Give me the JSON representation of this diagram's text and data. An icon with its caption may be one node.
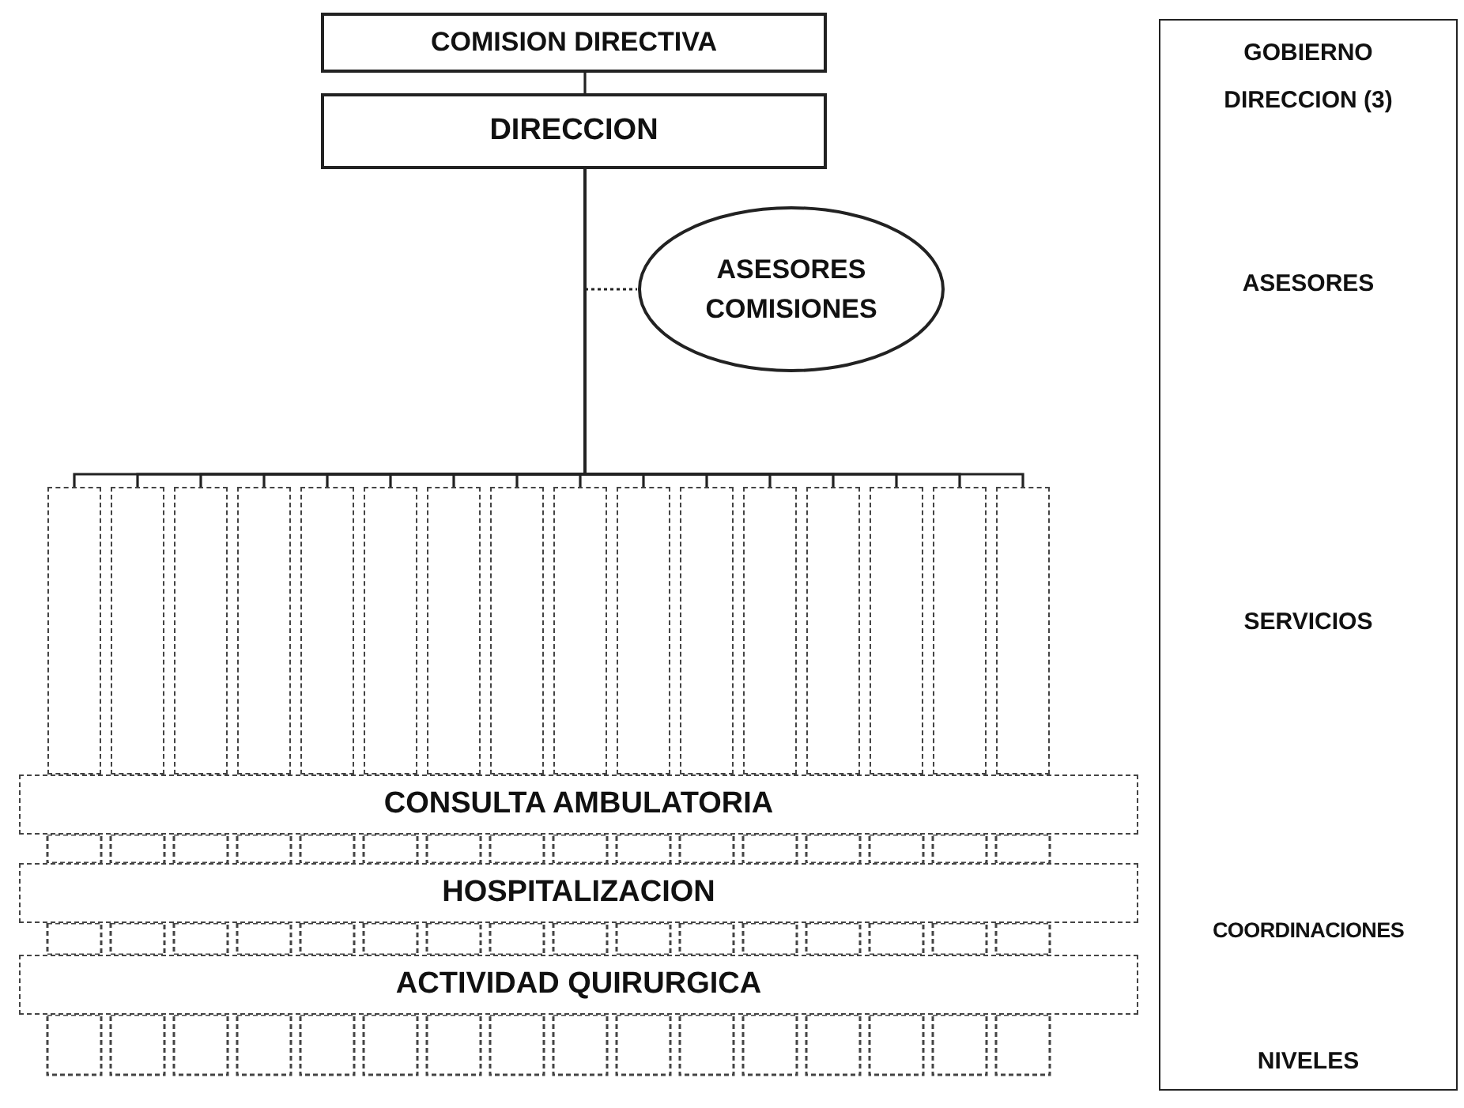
{
  "diagram": {
    "nodes": [
      {
        "text": [
          "COMISION DIRECTIVA"
        ]
      },
      {
        "text": [
          "DIRECCION"
        ]
      },
      {
        "text": [
          "ASESORES COMISIONES"
        ]
      },
      {
        "text": [],
        "shape": "box"
      },
      {
        "text": [],
        "shape": "box"
      },
      {
        "text": [],
        "shape": "box"
      },
      {
        "text": [],
        "shape": "box"
      },
      {
        "text": [],
        "shape": "box"
      },
      {
        "text": [],
        "shape": "box"
      },
      {
        "text": [],
        "shape": "box"
      },
      {
        "text": [],
        "shape": "box"
      },
      {
        "text": [],
        "shape": "box"
      },
      {
        "text": [],
        "shape": "box"
      },
      {
        "text": [],
        "shape": "box"
      },
      {
        "text": [],
        "shape": "box"
      },
      {
        "text": [],
        "shape": "box"
      },
      {
        "text": [],
        "shape": "box"
      },
      {
        "text": [],
        "shape": "box"
      },
      {
        "text": [],
        "shape": "box"
      },
      {
        "text": [
          "CONSULTA AMBULATORIA"
        ]
      },
      {
        "text": [
          "HOSPITALIZACION"
        ]
      },
      {
        "text": [
          "ACTIVIDAD QUIRURGICA"
        ]
      },
      {
        "text": [
          "GOBIERNO",
          "DIRECCION (3)",
          "ASESORES",
          "SERVICIOS",
          "COORDINACIONES",
          "NIVELES"
        ]
      }
    ],
    "edges": [
      {
        "from": 0,
        "to": 1,
        "arrow": "none"
      },
      {
        "from": 1,
        "to": 2,
        "arrow": "none",
        "style": "dashed"
      },
      {
        "from": 1,
        "to": 3,
        "arrow": "none"
      },
      {
        "from": 1,
        "to": 4,
        "arrow": "none"
      },
      {
        "from": 1,
        "to": 5,
        "arrow": "none"
      },
      {
        "from": 1,
        "to": 6,
        "arrow": "none"
      },
      {
        "from": 1,
        "to": 7,
        "arrow": "none"
      },
      {
        "from": 1,
        "to": 8,
        "arrow": "none"
      },
      {
        "from": 1,
        "to": 9,
        "arrow": "none"
      },
      {
        "from": 1,
        "to": 10,
        "arrow": "none"
      },
      {
        "from": 1,
        "to": 11,
        "arrow": "none"
      },
      {
        "from": 1,
        "to": 12,
        "arrow": "none"
      },
      {
        "from": 1,
        "to": 13,
        "arrow": "none"
      },
      {
        "from": 1,
        "to": 14,
        "arrow": "none"
      },
      {
        "from": 1,
        "to": 15,
        "arrow": "none"
      },
      {
        "from": 1,
        "to": 16,
        "arrow": "none"
      },
      {
        "from": 1,
        "to": 17,
        "arrow": "none"
      },
      {
        "from": 1,
        "to": 18,
        "arrow": "none"
      }
    ]
  }
}
